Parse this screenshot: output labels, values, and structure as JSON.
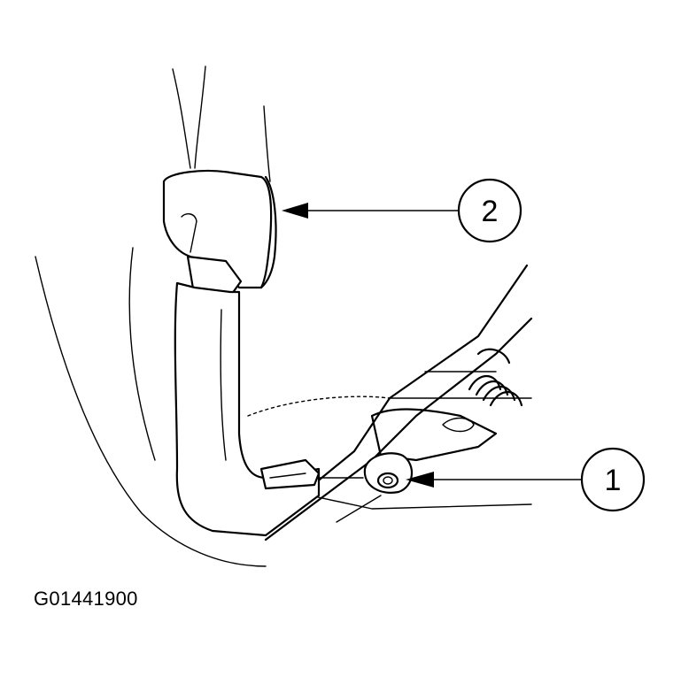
{
  "figure_code": "G01441900",
  "callouts": [
    {
      "id": "1",
      "label": "1"
    },
    {
      "id": "2",
      "label": "2"
    }
  ],
  "colors": {
    "line": "#000000",
    "background": "#ffffff"
  }
}
